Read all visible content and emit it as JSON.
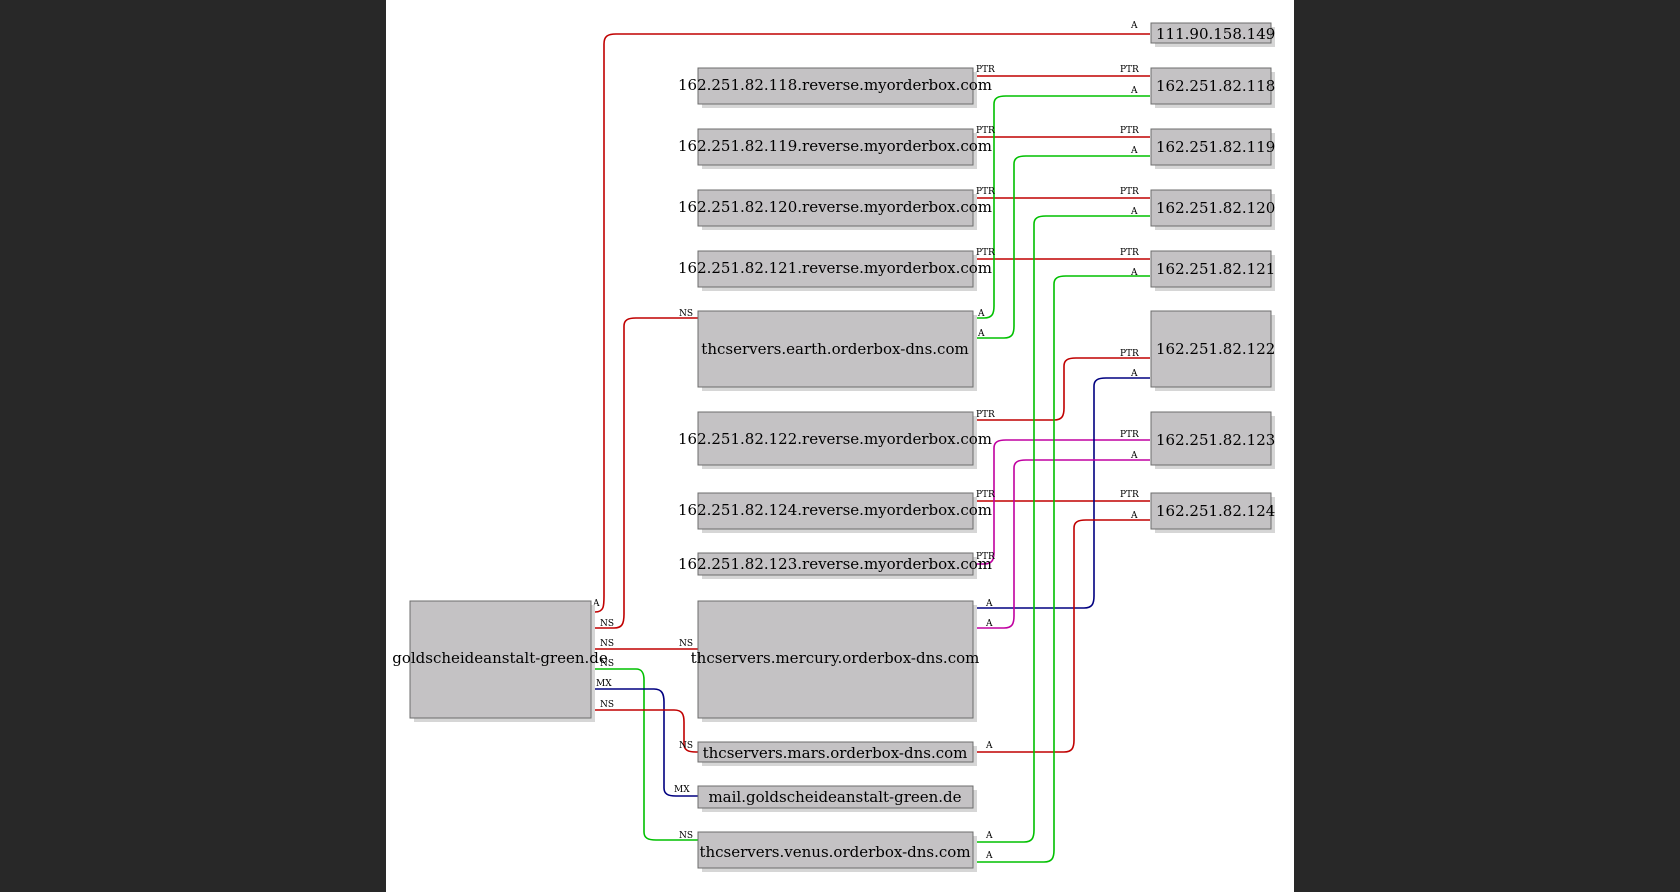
{
  "nodes": {
    "ip_111": "111.90.158.149",
    "ip_118": "162.251.82.118",
    "ip_119": "162.251.82.119",
    "ip_120": "162.251.82.120",
    "ip_121": "162.251.82.121",
    "ip_122": "162.251.82.122",
    "ip_123": "162.251.82.123",
    "ip_124": "162.251.82.124",
    "rev_118": "162.251.82.118.reverse.myorderbox.com",
    "rev_119": "162.251.82.119.reverse.myorderbox.com",
    "rev_120": "162.251.82.120.reverse.myorderbox.com",
    "rev_121": "162.251.82.121.reverse.myorderbox.com",
    "rev_122": "162.251.82.122.reverse.myorderbox.com",
    "rev_124": "162.251.82.124.reverse.myorderbox.com",
    "rev_123": "162.251.82.123.reverse.myorderbox.com",
    "earth": "thcservers.earth.orderbox-dns.com",
    "mercury": "thcservers.mercury.orderbox-dns.com",
    "mars": "thcservers.mars.orderbox-dns.com",
    "venus": "thcservers.venus.orderbox-dns.com",
    "mail": "mail.goldscheideanstalt-green.de",
    "domain": "goldscheideanstalt-green.de"
  },
  "edge_labels": {
    "a": "A",
    "ptr": "PTR",
    "ns": "NS",
    "mx": "MX"
  },
  "colors": {
    "red": "#c00000",
    "green": "#00c000",
    "navy": "#000080",
    "magenta": "#c000a0",
    "background": "#282828",
    "node_fill": "#c4c2c4"
  }
}
